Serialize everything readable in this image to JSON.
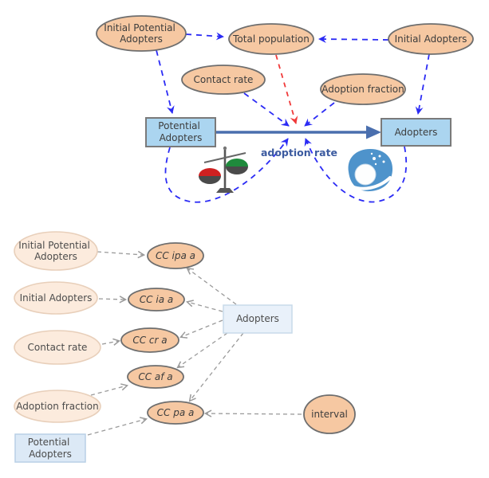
{
  "colors": {
    "aux-fill": "#f6c8a2",
    "aux-border": "#6e6e6e",
    "stock-fill": "#abd5f0",
    "stock-border": "#7a7a7a",
    "flow-color": "#4a6fae",
    "blue-link": "#2b2bf5",
    "red-link": "#f03a3a",
    "gray-link": "#9a9a9a",
    "pale-fill": "#fcebdd",
    "pale-border": "#e8cfba",
    "adopters-box-fill": "#e9f1fa",
    "adopters-box-border": "#c8daea",
    "pa-box-fill": "#dce9f6",
    "pa-box-border": "#b9cfe6",
    "text-dark": "#3d3d3d",
    "rate-label": "#3c5ba0"
  },
  "stock_flow": {
    "initial_potential_adopters": {
      "line1": "Initial Potential",
      "line2": "Adopters"
    },
    "total_population": {
      "label": "Total population"
    },
    "initial_adopters": {
      "label": "Initial Adopters"
    },
    "contact_rate": {
      "label": "Contact rate"
    },
    "adoption_fraction": {
      "label": "Adoption fraction"
    },
    "potential_adopters": {
      "line1": "Potential",
      "line2": "Adopters"
    },
    "adopters": {
      "label": "Adopters"
    },
    "adoption_rate": {
      "label": "adoption rate"
    },
    "icons": {
      "balance_scale": "balance-scale",
      "snowball": "snowball"
    }
  },
  "dependency": {
    "initial_potential_adopters": {
      "line1": "Initial Potential",
      "line2": "Adopters"
    },
    "initial_adopters": {
      "label": "Initial Adopters"
    },
    "contact_rate": {
      "label": "Contact rate"
    },
    "adoption_fraction": {
      "label": "Adoption fraction"
    },
    "potential_adopters": {
      "line1": "Potential",
      "line2": "Adopters"
    },
    "adopters": {
      "label": "Adopters"
    },
    "cc_ipa_a": {
      "label": "CC ipa a"
    },
    "cc_ia_a": {
      "label": "CC ia a"
    },
    "cc_cr_a": {
      "label": "CC cr a"
    },
    "cc_af_a": {
      "label": "CC af a"
    },
    "cc_pa_a": {
      "label": "CC pa a"
    },
    "interval": {
      "label": "interval"
    }
  }
}
